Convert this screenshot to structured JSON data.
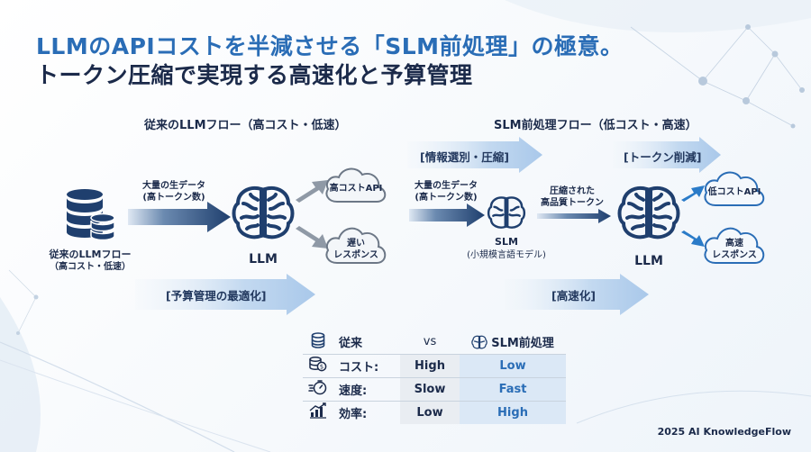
{
  "title": {
    "line1": "LLMのAPIコストを半減させる「SLM前処理」の極意。",
    "line2": "トークン圧縮で実現する高速化と予算管理"
  },
  "left": {
    "heading": "従来のLLMフロー（高コスト・低速）",
    "db_caption_1": "従来のLLMフロー",
    "db_caption_2": "（高コスト・低速）",
    "input_1": "大量の生データ",
    "input_2": "(高トークン数)",
    "llm_label": "LLM",
    "cloud_high_cost": "高コストAPI",
    "cloud_slow_1": "遅い",
    "cloud_slow_2": "レスポンス",
    "budget_tag": "[予算管理の最適化]"
  },
  "right": {
    "heading": "SLM前処理フロー（低コスト・高速）",
    "filter_tag": "[情報選別・圧縮]",
    "token_tag": "[トークン削減]",
    "input_1": "大量の生データ",
    "input_2": "(高トークン数)",
    "slm_label": "SLM",
    "slm_sub": "(小規模言語モデル)",
    "compressed_1": "圧縮された",
    "compressed_2": "高品質トークン",
    "llm_label": "LLM",
    "cloud_low_cost": "低コストAPI",
    "cloud_fast_1": "高速",
    "cloud_fast_2": "レスポンス",
    "speed_tag": "[高速化]"
  },
  "comparison": {
    "header_old": "従来",
    "header_vs": "vs",
    "header_new": "SLM前処理",
    "rows": [
      {
        "icon": "coin-icon",
        "label": "コスト:",
        "old": "High",
        "new": "Low"
      },
      {
        "icon": "stopwatch-icon",
        "label": "速度:",
        "old": "Slow",
        "new": "Fast"
      },
      {
        "icon": "bar-chart-icon",
        "label": "効率:",
        "old": "Low",
        "new": "High"
      }
    ]
  },
  "footer": "2025 AI KnowledgeFlow",
  "colors": {
    "accent": "#2a6db6",
    "dark": "#1b2a4a",
    "arrow_dark": "#1f3f6e",
    "arrow_light": "#a9c8ea"
  }
}
